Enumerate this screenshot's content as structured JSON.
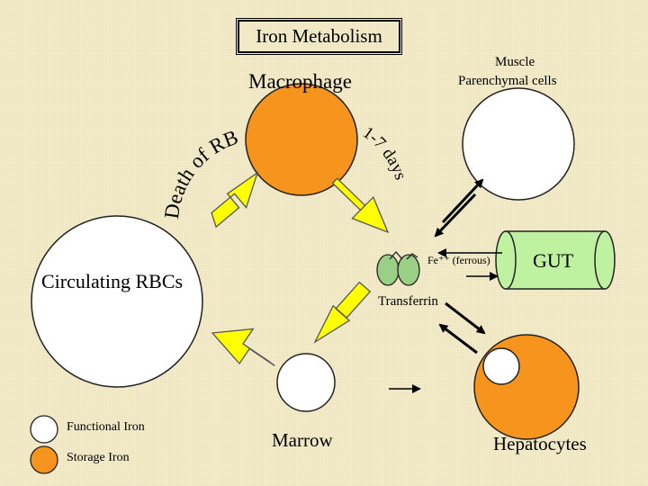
{
  "title": "Iron Metabolism",
  "nodes": {
    "macrophage": "Macrophage",
    "muscle_line1": "Muscle",
    "muscle_line2": "Parenchymal cells",
    "circulating": "Circulating RBCs",
    "gut": "GUT",
    "transferrin": "Transferrin",
    "ferrous": "Fe⁺⁺ (ferrous)",
    "marrow": "Marrow",
    "hepatocytes": "Hepatocytes"
  },
  "arrows": {
    "death": "Death of RBC",
    "days": "1-7 days"
  },
  "legend": {
    "functional": "Functional Iron",
    "storage": "Storage Iron"
  },
  "colors": {
    "background": "#f3ebc9",
    "storage_iron": "#f7941d",
    "functional_iron": "#ffffff",
    "flow_arrow": "#ffff00",
    "gut": "#bff2a0",
    "transferrin": "#9bcf85"
  }
}
